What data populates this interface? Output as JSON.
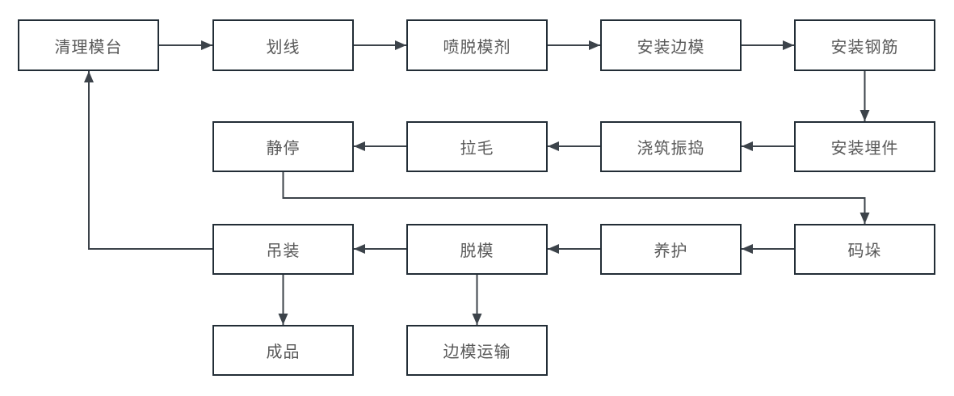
{
  "diagram": {
    "type": "flowchart",
    "language": "zh-CN",
    "nodes": [
      {
        "id": "clean-mold-table",
        "label": "清理模台"
      },
      {
        "id": "line-marking",
        "label": "划线"
      },
      {
        "id": "spray-release-agent",
        "label": "喷脱模剂"
      },
      {
        "id": "install-side-forms",
        "label": "安装边模"
      },
      {
        "id": "install-rebar",
        "label": "安装钢筋"
      },
      {
        "id": "install-embeds",
        "label": "安装埋件"
      },
      {
        "id": "pour-and-vibrate",
        "label": "浇筑振捣"
      },
      {
        "id": "roughening",
        "label": "拉毛"
      },
      {
        "id": "resting",
        "label": "静停"
      },
      {
        "id": "stacking",
        "label": "码垛"
      },
      {
        "id": "curing",
        "label": "养护"
      },
      {
        "id": "demolding",
        "label": "脱模"
      },
      {
        "id": "lifting",
        "label": "吊装"
      },
      {
        "id": "finished-product",
        "label": "成品"
      },
      {
        "id": "side-form-transport",
        "label": "边模运输"
      }
    ],
    "edges": [
      {
        "from": "清理模台",
        "to": "划线"
      },
      {
        "from": "划线",
        "to": "喷脱模剂"
      },
      {
        "from": "喷脱模剂",
        "to": "安装边模"
      },
      {
        "from": "安装边模",
        "to": "安装钢筋"
      },
      {
        "from": "安装钢筋",
        "to": "安装埋件"
      },
      {
        "from": "安装埋件",
        "to": "浇筑振捣"
      },
      {
        "from": "浇筑振捣",
        "to": "拉毛"
      },
      {
        "from": "拉毛",
        "to": "静停"
      },
      {
        "from": "静停",
        "to": "码垛"
      },
      {
        "from": "码垛",
        "to": "养护"
      },
      {
        "from": "养护",
        "to": "脱模"
      },
      {
        "from": "脱模",
        "to": "吊装"
      },
      {
        "from": "吊装",
        "to": "清理模台"
      },
      {
        "from": "吊装",
        "to": "成品"
      },
      {
        "from": "脱模",
        "to": "边模运输"
      }
    ],
    "colors": {
      "background": "#ffffff",
      "node_fill": "#ffffff",
      "node_border": "#222d36",
      "node_text": "#595959",
      "connector": "#3c434a"
    }
  }
}
